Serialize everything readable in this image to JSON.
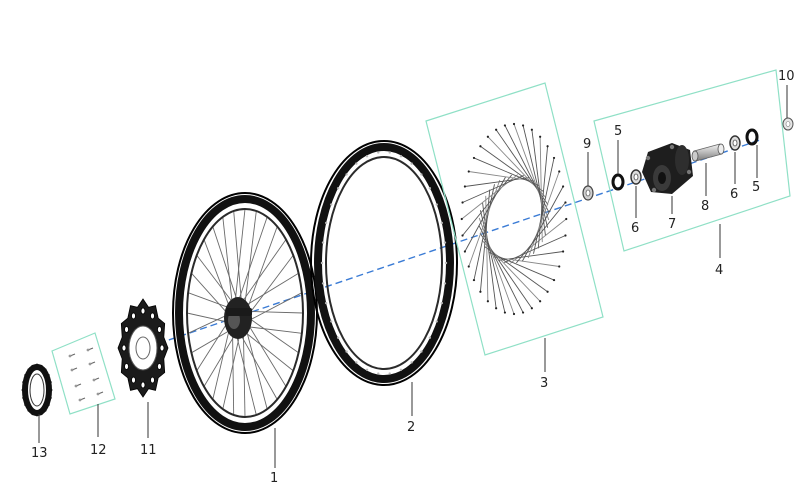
{
  "callouts": [
    {
      "id": "1",
      "text": "1"
    },
    {
      "id": "2",
      "text": "2"
    },
    {
      "id": "3",
      "text": "3"
    },
    {
      "id": "4",
      "text": "4"
    },
    {
      "id": "5a",
      "text": "5"
    },
    {
      "id": "5b",
      "text": "5"
    },
    {
      "id": "6a",
      "text": "6"
    },
    {
      "id": "6b",
      "text": "6"
    },
    {
      "id": "7",
      "text": "7"
    },
    {
      "id": "8",
      "text": "8"
    },
    {
      "id": "9",
      "text": "9"
    },
    {
      "id": "10",
      "text": "10"
    },
    {
      "id": "11",
      "text": "11"
    },
    {
      "id": "12",
      "text": "12"
    },
    {
      "id": "13",
      "text": "13"
    }
  ],
  "colors": {
    "panel_border": "#8fe0c6",
    "axis_line": "#3a7bd5",
    "rim": "#111111",
    "spoke": "#666666"
  }
}
